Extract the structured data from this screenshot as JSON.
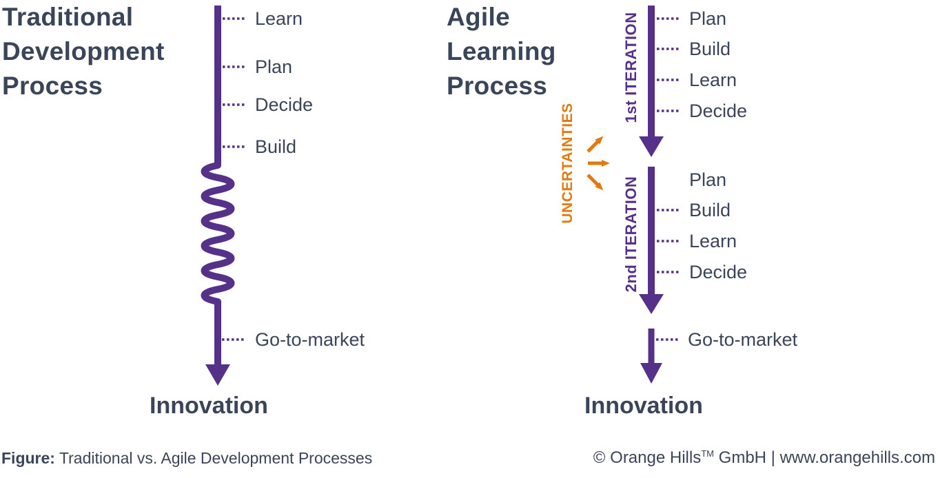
{
  "colors": {
    "purple": "#55318A",
    "orange": "#E37A0F",
    "text": "#3B4559"
  },
  "left_panel": {
    "title": "Traditional\nDevelopment\nProcess",
    "steps": [
      "Learn",
      "Plan",
      "Decide",
      "Build"
    ],
    "final_step": "Go-to-market",
    "result": "Innovation"
  },
  "right_panel": {
    "title": "Agile\nLearning\nProcess",
    "iteration1_label": "1st ITERATION",
    "iteration1_steps": [
      "Plan",
      "Build",
      "Learn",
      "Decide"
    ],
    "iteration2_label": "2nd ITERATION",
    "iteration2_steps": [
      "Plan",
      "Build",
      "Learn",
      "Decide"
    ],
    "uncertainties_label": "UNCERTAINTIES",
    "final_step": "Go-to-market",
    "result": "Innovation"
  },
  "footer": {
    "figure_label": "Figure:",
    "figure_caption": "Traditional vs. Agile Development Processes",
    "copyright_prefix": "© Orange Hills",
    "copyright_tm": "TM",
    "copyright_suffix": "GmbH | www.orangehills.com"
  }
}
